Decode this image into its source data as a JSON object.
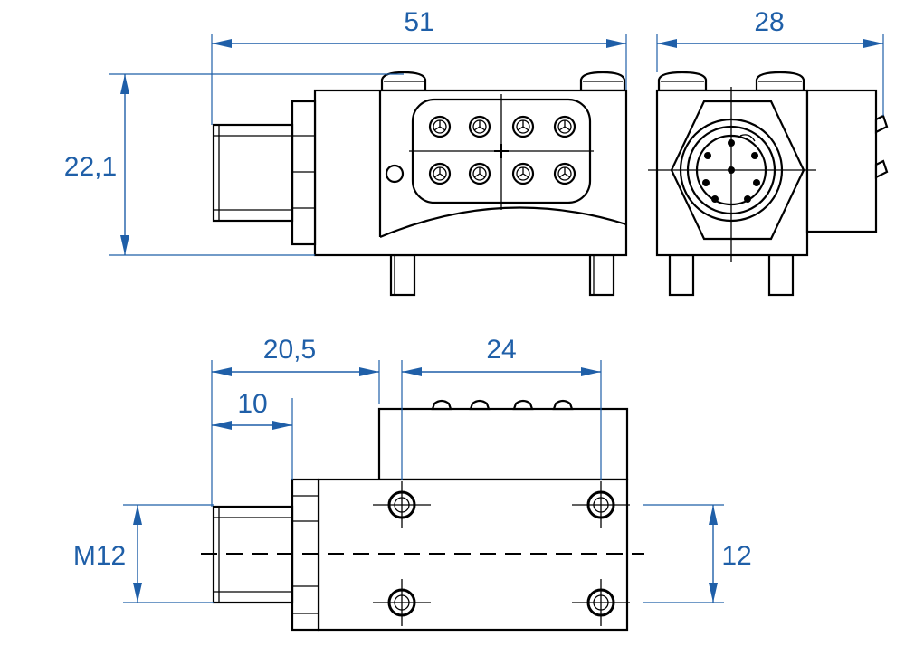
{
  "dimensions": {
    "width_total": "51",
    "side_width": "28",
    "height": "22,1",
    "offset_a": "20,5",
    "offset_b": "10",
    "hole_spacing": "24",
    "thread": "M12",
    "hole_pitch": "12"
  },
  "colors": {
    "dimension": "#1f5fa8",
    "outline": "#000000"
  }
}
